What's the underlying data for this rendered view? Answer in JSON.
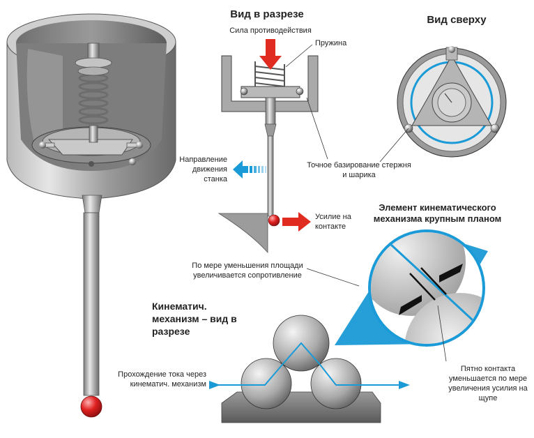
{
  "titles": {
    "section_view": "Вид в разрезе",
    "top_view": "Вид сверху",
    "element_closeup": "Элемент кинематического механизма крупным планом",
    "kinematic_section": "Кинематич. механизм – вид в разрезе"
  },
  "labels": {
    "reaction_force": "Сила противодействия",
    "spring": "Пружина",
    "movement_direction": "Направление движения станка",
    "precise_seating": "Точное базирование стержня и шарика",
    "contact_force": "Усилие на контакте",
    "resistance_increase": "По мере уменьшения площади увеличивается сопротивление",
    "current_flow": "Прохождение тока через кинематич. механизм",
    "contact_patch": "Пятно контакта уменьшается по мере увеличения усилия на щупе"
  },
  "colors": {
    "accent_cyan": "#1a9ad6",
    "arrow_red": "#e02b20",
    "metal_gray": "#8c8c8c",
    "stylus_tip": "#d62020"
  },
  "icons": [
    "probe-body-illustration",
    "spring-icon",
    "ball-icon",
    "red-arrow-icon",
    "blue-arrow-icon"
  ]
}
